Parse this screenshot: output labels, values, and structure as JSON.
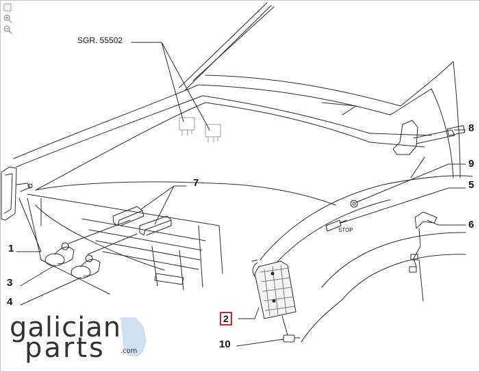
{
  "callouts": {
    "c1": "1",
    "c2": "2",
    "c3": "3",
    "c4": "4",
    "c5": "5",
    "c6": "6",
    "c7": "7",
    "c8": "8",
    "c9": "9",
    "c10": "10"
  },
  "labels": {
    "sgr": "SGR. 55502",
    "stop": "STOP"
  },
  "logo": {
    "line1": "galician",
    "line2": "parts",
    "line3": ".com"
  },
  "colors": {
    "ink": "#2a2a2a",
    "highlight": "#d2232a",
    "logo_blue": "#cfe0f0",
    "logo_text": "#333333"
  },
  "toolbar": {
    "icons": [
      "fit-icon",
      "zoom-in-icon",
      "zoom-out-icon"
    ]
  }
}
